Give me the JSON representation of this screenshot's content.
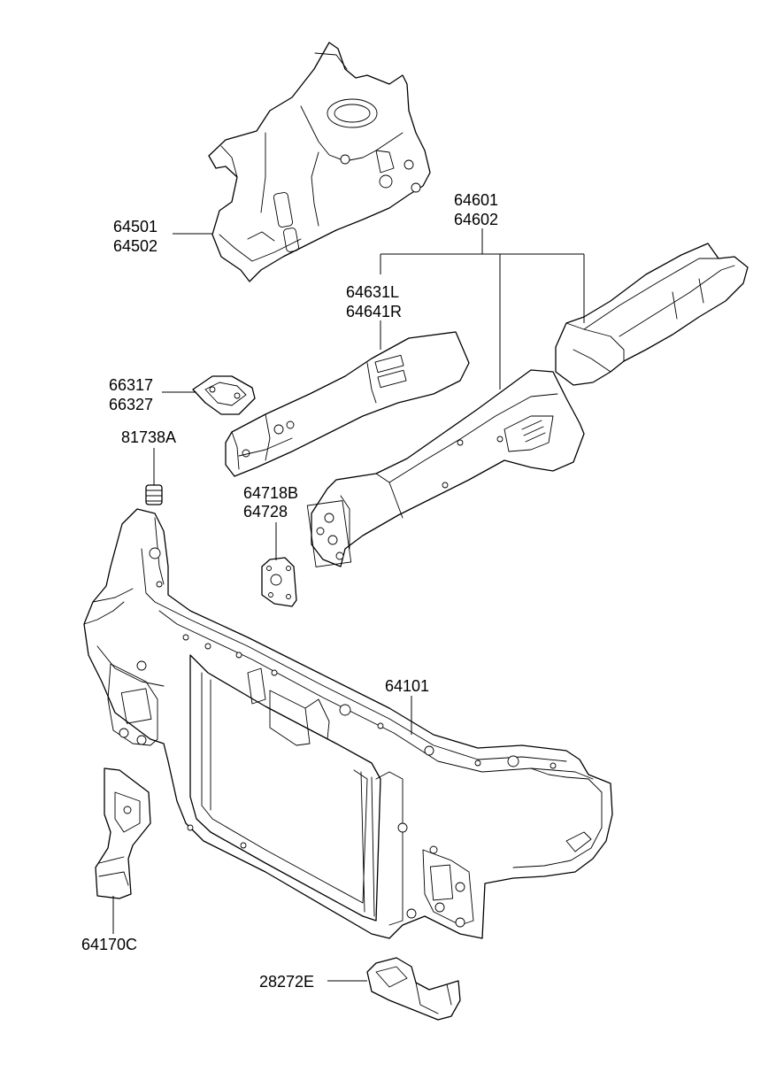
{
  "labels": {
    "p64501": "64501",
    "p64502": "64502",
    "p64601": "64601",
    "p64602": "64602",
    "p64631L": "64631L",
    "p64641R": "64641R",
    "p66317": "66317",
    "p66327": "66327",
    "p81738A": "81738A",
    "p64718B": "64718B",
    "p64728": "64728",
    "p64101": "64101",
    "p64170C": "64170C",
    "p28272E": "28272E"
  }
}
